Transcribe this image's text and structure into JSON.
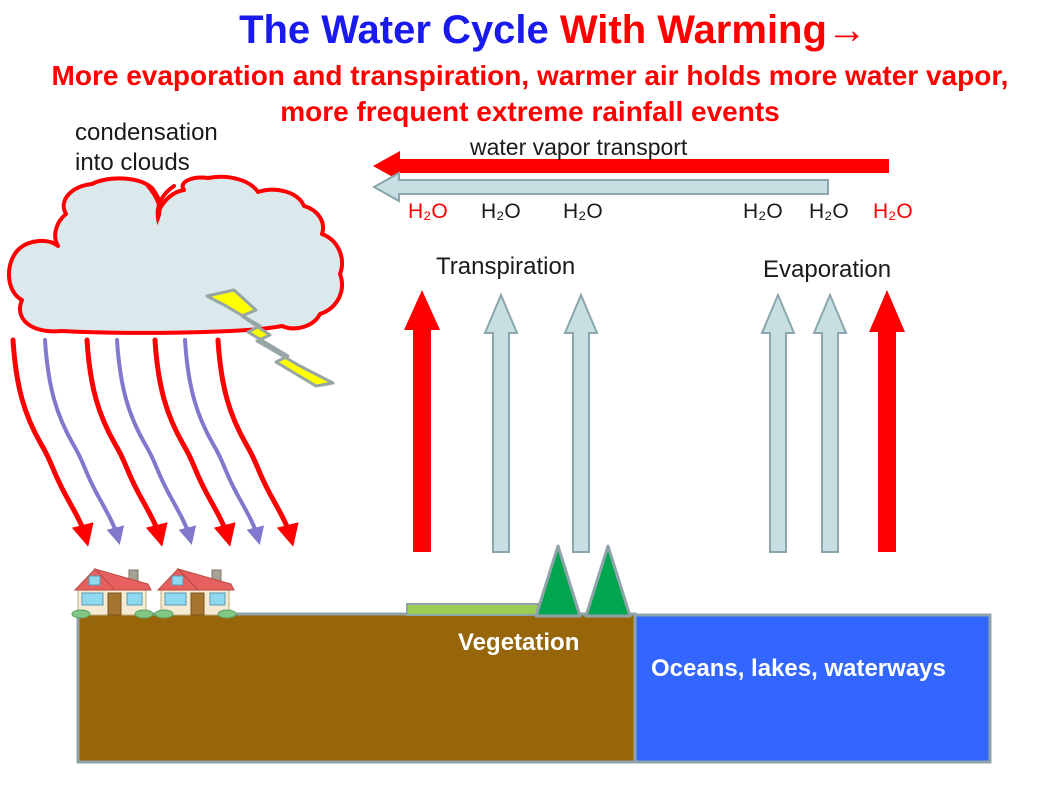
{
  "title": {
    "part1": "The Water Cycle ",
    "part2": "With Warming→"
  },
  "subtitle": {
    "line1": "More evaporation and transpiration, warmer air holds more water vapor,",
    "line2": "more frequent extreme rainfall events"
  },
  "labels": {
    "condensation_line1": "condensation",
    "condensation_line2": "into clouds",
    "water_vapor_transport": "water vapor transport",
    "transpiration": "Transpiration",
    "evaporation": "Evaporation",
    "vegetation": "Vegetation",
    "oceans": "Oceans, lakes, waterways"
  },
  "h2o": [
    {
      "text": "H₂O",
      "color": "#ff0000"
    },
    {
      "text": "H₂O",
      "color": "#1a1a1a"
    },
    {
      "text": "H₂O",
      "color": "#1a1a1a"
    },
    {
      "text": "H₂O",
      "color": "#1a1a1a"
    },
    {
      "text": "H₂O",
      "color": "#1a1a1a"
    },
    {
      "text": "H₂O",
      "color": "#ff0000"
    }
  ],
  "icons": [
    "cloud-icon",
    "lightning-icon",
    "rain-arrow-icon",
    "house-icon",
    "tree-icon",
    "grass-strip",
    "up-arrow-icon",
    "left-arrow-icon"
  ],
  "colors": {
    "title_blue": "#1a1aee",
    "accent_red": "#ff0000",
    "cloud_fill": "#dbe9ec",
    "cloud_outline": "#ff0000",
    "vapor_arrow_fill": "#c7dfe3",
    "vapor_arrow_stroke": "#8ba6ac",
    "rain_purple": "#8078cc",
    "ground_brown": "#97660a",
    "ocean_blue": "#3366fe",
    "tree_green": "#00a550",
    "grass_green": "#9cce54",
    "lightning_yellow": "#ffff00",
    "lightning_outline": "#97a5a5",
    "text_black": "#1a1a1a",
    "label_white": "#ffffff"
  }
}
